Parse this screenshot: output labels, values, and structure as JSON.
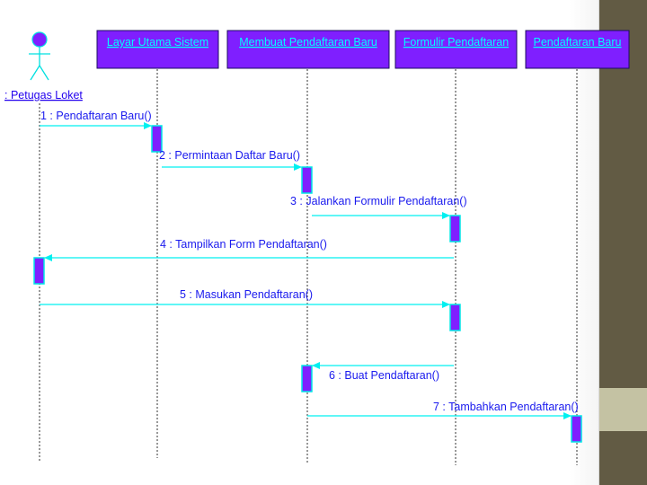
{
  "actor": {
    "label": ": Petugas Loket"
  },
  "objects": [
    {
      "label": "Layar Utama Sistem"
    },
    {
      "label": "Membuat Pendaftaran Baru"
    },
    {
      "label": "Formulir Pendaftaran"
    },
    {
      "label": "Pendaftaran Baru"
    }
  ],
  "messages": [
    {
      "label": "1 : Pendaftaran Baru()"
    },
    {
      "label": "2 : Permintaan Daftar Baru()"
    },
    {
      "label": "3 : Jalankan Formulir Pendaftaran()"
    },
    {
      "label": "4 : Tampilkan Form Pendaftaran()"
    },
    {
      "label": "5 : Masukan Pendaftaran()"
    },
    {
      "label": "6 : Buat Pendaftaran()"
    },
    {
      "label": "7 : Tambahkan Pendaftaran()"
    }
  ],
  "colors": {
    "object_fill": "#7f1fff",
    "object_text": "#00ffff",
    "message_line": "#00f0f0",
    "message_text": "#1a1aee",
    "side_bar": "#625b44",
    "side_accent": "#c4c2a3"
  }
}
